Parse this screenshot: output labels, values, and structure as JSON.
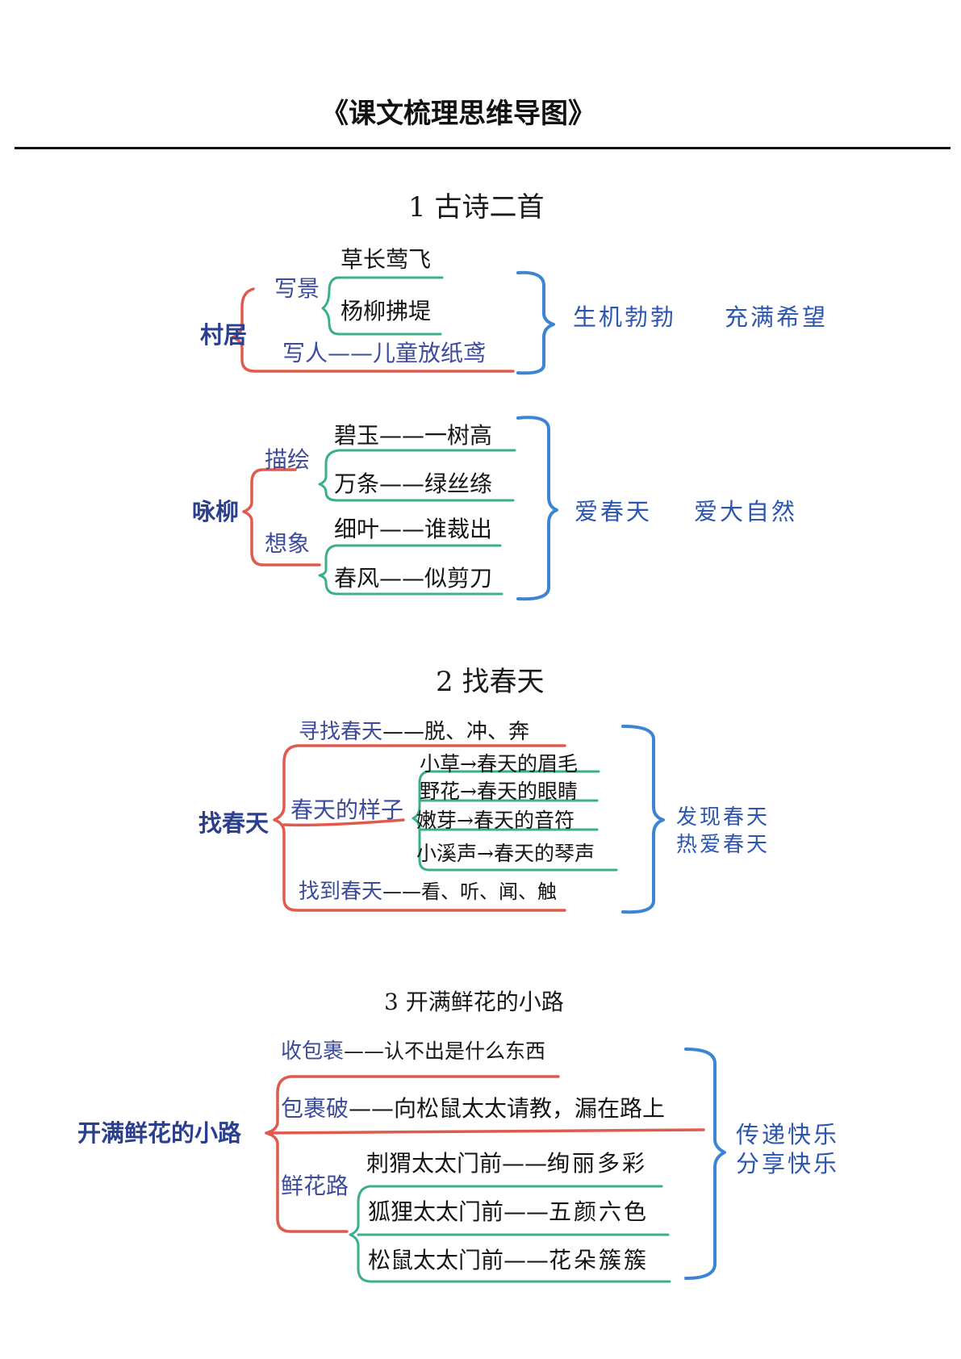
{
  "title": "《课文梳理思维导图》",
  "sections": [
    {
      "heading": "1 古诗二首",
      "poems": [
        {
          "root": "村居",
          "branches": [
            {
              "label": "写景",
              "leaves": [
                "草长莺飞",
                "杨柳拂堤"
              ]
            },
            {
              "label": "写人——儿童放纸鸢"
            }
          ],
          "conclusions": [
            "生机勃勃",
            "充满希望"
          ]
        },
        {
          "root": "咏柳",
          "branches": [
            {
              "label": "描绘",
              "leaves": [
                "碧玉——一树高",
                "万条——绿丝绦"
              ]
            },
            {
              "label": "想象",
              "leaves": [
                "细叶——谁裁出",
                "春风——似剪刀"
              ]
            }
          ],
          "conclusions": [
            "爱春天",
            "爱大自然"
          ]
        }
      ]
    },
    {
      "heading": "2 找春天",
      "root": "找春天",
      "branches": [
        {
          "label": "寻找春天",
          "detail": "——脱、冲、奔"
        },
        {
          "label": "春天的样子",
          "leaves": [
            {
              "subject": "小草",
              "text": "→春天的眉毛"
            },
            {
              "subject": "野花",
              "text": "→春天的眼睛"
            },
            {
              "subject": "嫩芽",
              "text": "→春天的音符"
            },
            {
              "subject": "小溪声",
              "text": "→春天的琴声"
            }
          ]
        },
        {
          "label": "找到春天",
          "detail": "——看、听、闻、触"
        }
      ],
      "conclusions": [
        "发现春天",
        "热爱春天"
      ]
    },
    {
      "heading": "3 开满鲜花的小路",
      "root": "开满鲜花的小路",
      "branches": [
        {
          "label": "收包裹",
          "detail": "——认不出是什么东西"
        },
        {
          "label": "包裹破",
          "detail": "——向松鼠太太请教，漏在路上"
        },
        {
          "label": "鲜花路",
          "leaves": [
            {
              "subject": "刺猬太太门前——",
              "text": "绚丽多彩"
            },
            {
              "subject": "狐狸太太门前——",
              "text": "五颜六色"
            },
            {
              "subject": "松鼠太太门前——",
              "text": "花朵簇簇"
            }
          ]
        }
      ],
      "conclusions": [
        "传递快乐",
        "分享快乐"
      ]
    }
  ]
}
